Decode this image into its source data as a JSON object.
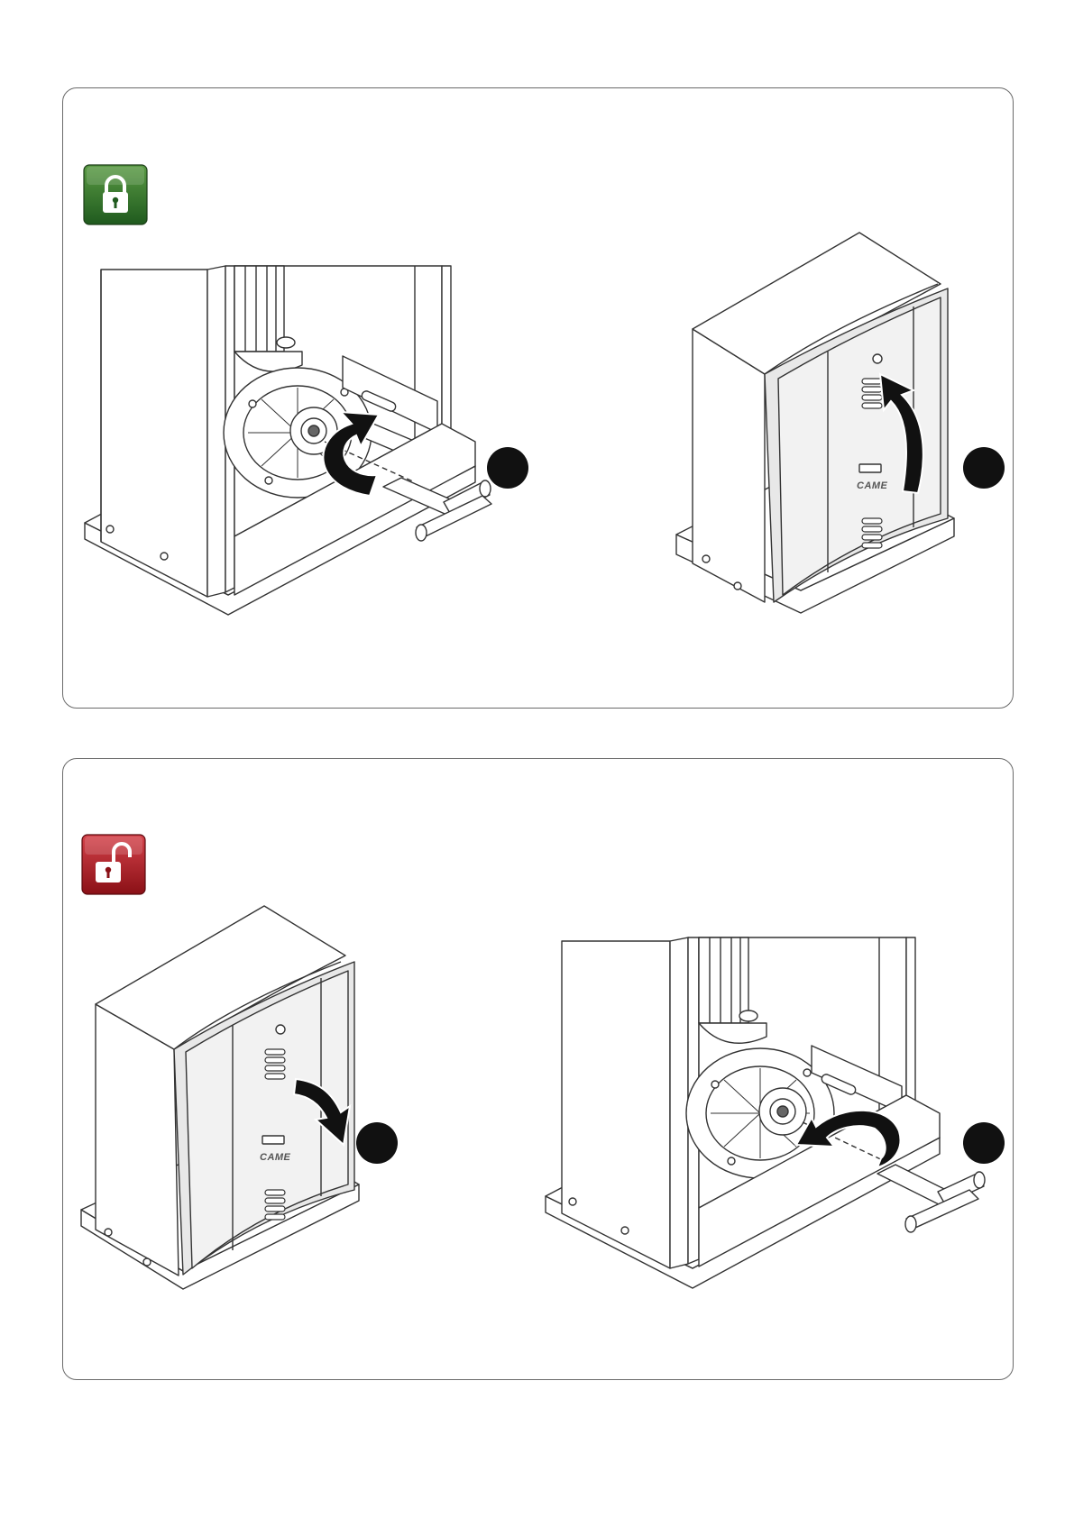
{
  "panels": [
    {
      "id": "lock",
      "icon": "lock-closed-icon",
      "color": "#2e6e2a",
      "steps": [
        {
          "action": "turn-release-key-counterclockwise"
        },
        {
          "action": "close-access-door"
        }
      ]
    },
    {
      "id": "unlock",
      "icon": "lock-open-icon",
      "color": "#b01820",
      "steps": [
        {
          "action": "open-access-door"
        },
        {
          "action": "turn-release-key-clockwise"
        }
      ]
    }
  ],
  "brand": {
    "cover_logo": "CAME"
  }
}
